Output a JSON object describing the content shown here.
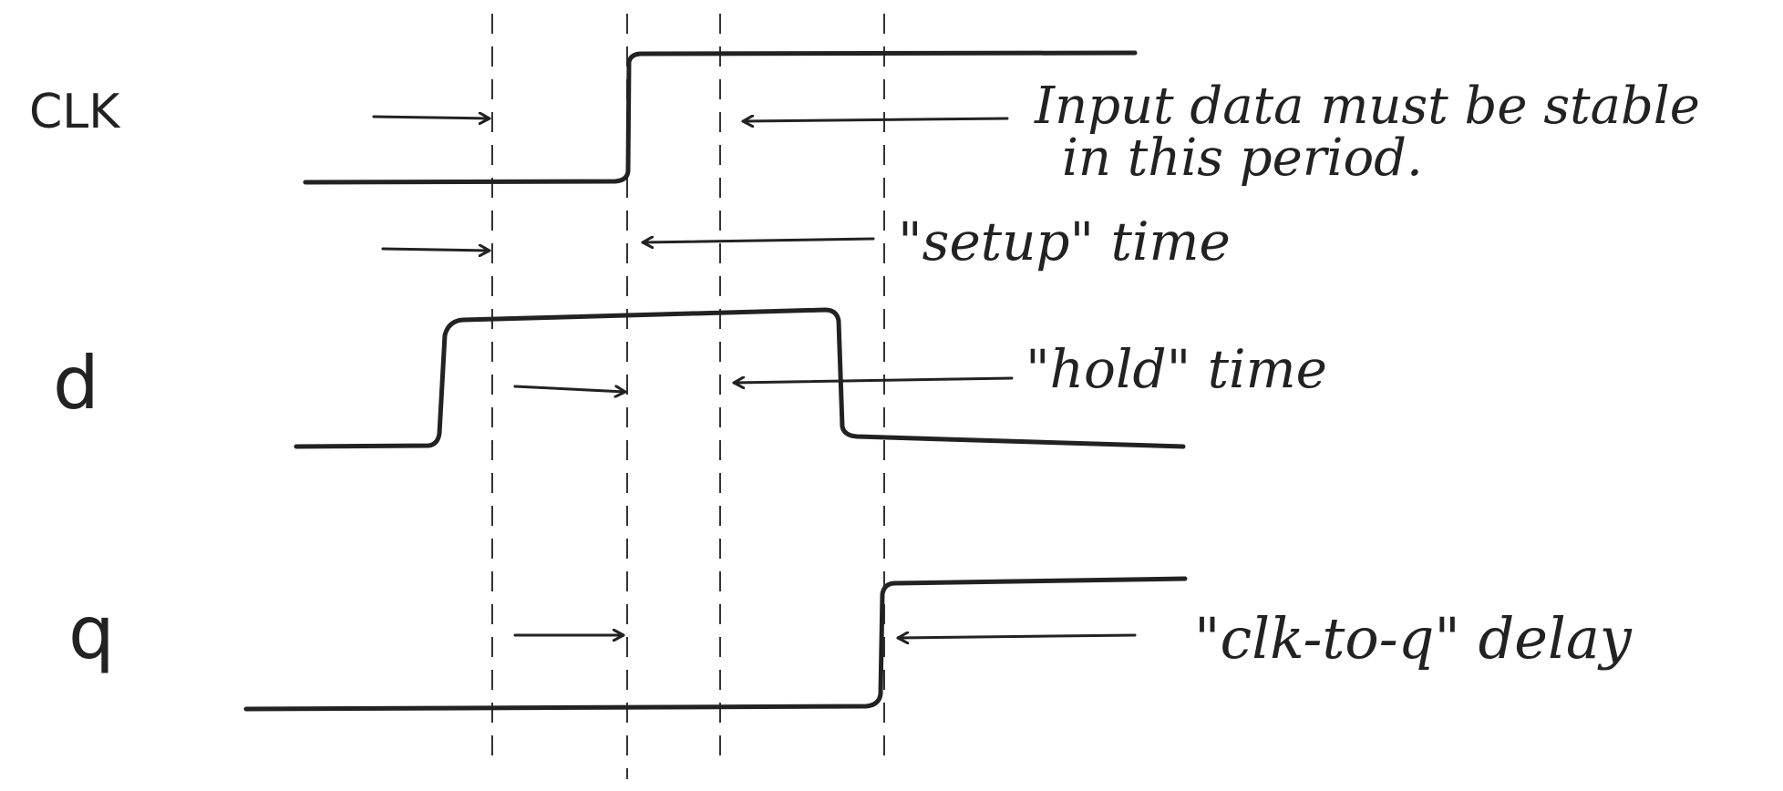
{
  "signals": {
    "clk": "CLK",
    "d": "d",
    "q": "q"
  },
  "annotations": {
    "stable_line1": "Input data must be stable",
    "stable_line2": "in this period.",
    "setup": "\"setup\" time",
    "hold": "\"hold\" time",
    "clk_to_q": "\"clk-to-q\" delay"
  },
  "colors": {
    "ink": "#222222",
    "guide": "#333333",
    "paper": "#ffffff"
  }
}
